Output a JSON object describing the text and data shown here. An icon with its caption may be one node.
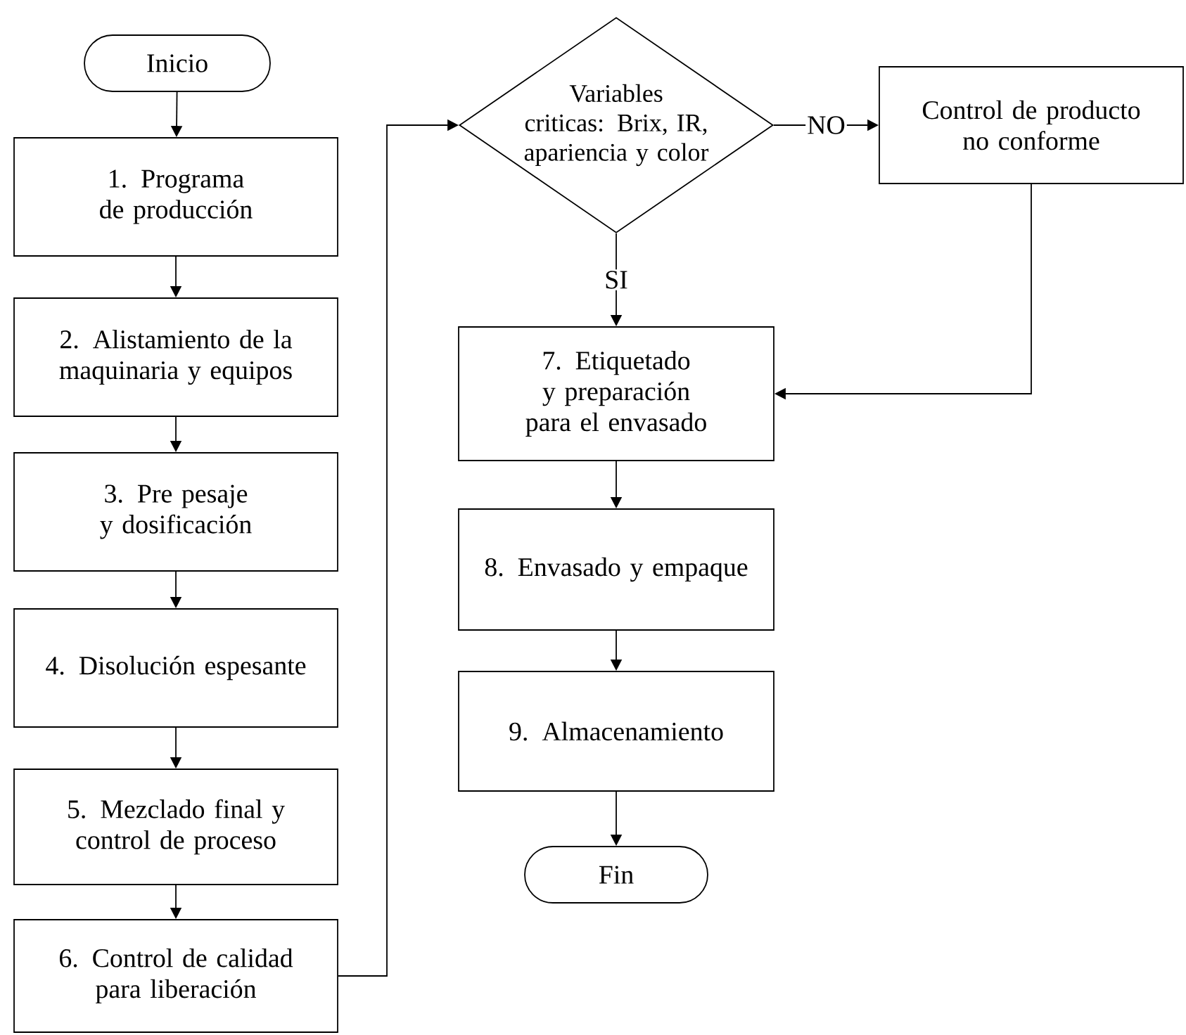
{
  "diagram": {
    "nodes": [
      {
        "text": [
          "Inicio"
        ]
      },
      {
        "text": [
          "1. Programa de producción"
        ]
      },
      {
        "text": [
          "2. Alistamiento de la maquinaria y equipos"
        ]
      },
      {
        "text": [
          "3. Pre pesaje y dosificación"
        ]
      },
      {
        "text": [
          "4. Disolución espesante"
        ]
      },
      {
        "text": [
          "5. Mezclado final y control de proceso"
        ]
      },
      {
        "text": [
          "6. Control de calidad para liberación"
        ]
      },
      {
        "text": [
          "Variables criticas: Brix, IR, apariencia y color"
        ]
      },
      {
        "text": [
          "Control de producto no conforme"
        ]
      },
      {
        "text": [
          "7. Etiquetado y preparación para el envasado"
        ]
      },
      {
        "text": [
          "8. Envasado y empaque"
        ]
      },
      {
        "text": [
          "9. Almacenamiento"
        ]
      },
      {
        "text": [
          "Fin"
        ]
      }
    ],
    "edges": [
      {
        "from": 0,
        "to": 1,
        "arrow": "to"
      },
      {
        "from": 1,
        "to": 2,
        "arrow": "to"
      },
      {
        "from": 2,
        "to": 3,
        "arrow": "to"
      },
      {
        "from": 3,
        "to": 4,
        "arrow": "to"
      },
      {
        "from": 4,
        "to": 5,
        "arrow": "to"
      },
      {
        "from": 5,
        "to": 6,
        "arrow": "to"
      },
      {
        "from": 6,
        "to": 7,
        "arrow": "to"
      },
      {
        "from": 7,
        "to": 8,
        "arrow": "to",
        "label": "NO"
      },
      {
        "from": 7,
        "to": 9,
        "arrow": "to",
        "label": "SI"
      },
      {
        "from": 8,
        "to": 9,
        "arrow": "to"
      },
      {
        "from": 9,
        "to": 10,
        "arrow": "to"
      },
      {
        "from": 10,
        "to": 11,
        "arrow": "to"
      },
      {
        "from": 11,
        "to": 12,
        "arrow": "to"
      }
    ]
  }
}
